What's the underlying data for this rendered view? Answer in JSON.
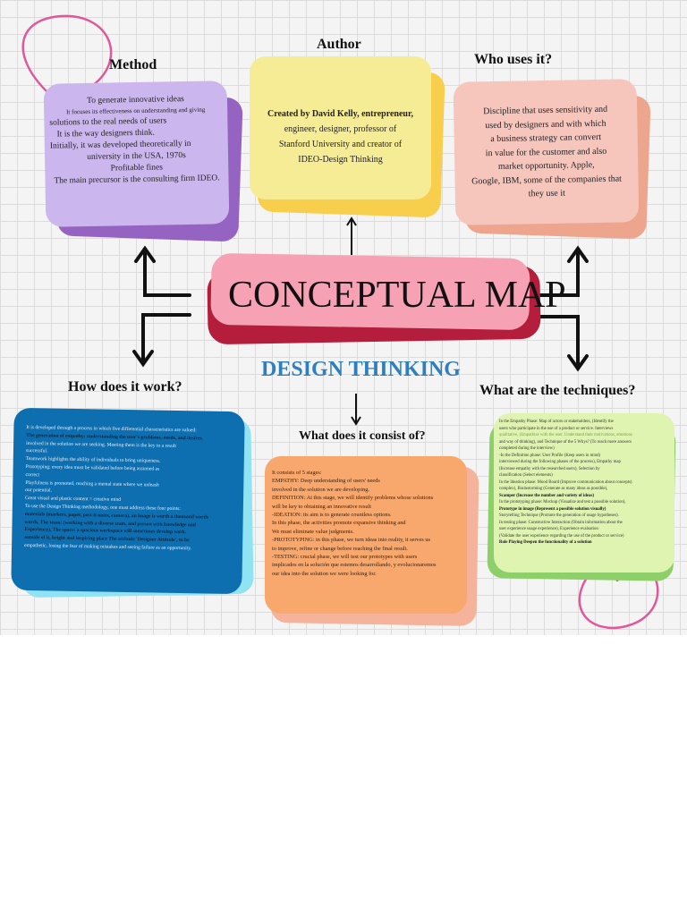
{
  "headings": {
    "method": "Method",
    "author": "Author",
    "who": "Who uses it?",
    "how": "How does it work?",
    "consist": "What does it consist of?",
    "techniques": "What are the techniques?"
  },
  "center": {
    "title": "CONCEPTUAL MAP",
    "subtitle": "DESIGN THINKING"
  },
  "method_lines": [
    "To generate innovative ideas",
    "It focuses its effectiveness on understanding and giving",
    "solutions to the real needs of users",
    "It is the way designers think.",
    "Initially, it was developed theoretically in",
    "university in the USA, 1970s",
    "Profitable fines",
    "The main precursor is the consulting firm IDEO."
  ],
  "author_lines": [
    "Created by David Kelly, entrepreneur,",
    "engineer, designer, professor of",
    "Stanford University and creator of",
    "IDEO-Design  Thinking"
  ],
  "who_lines": [
    "Discipline that uses sensitivity and",
    "used by designers and with which",
    "a business strategy can convert",
    "in value for the customer and also",
    "market opportunity. Apple,",
    "Google, IBM, some of the companies that",
    "they use it"
  ],
  "how_lines": [
    "It is developed through a process in which five differential characteristics are valued:",
    "The generation of empathy: understanding the user's problems, needs, and desires.",
    "involved in the solution we are seeking. Meeting them is the key to a result",
    "successful.",
    "Teamwork highlights the ability of individuals to bring uniqueness.",
    "Prototyping: every idea must be validated before being assumed as",
    "correct",
    "Playfulness is promoted, reaching a mental state where we unleash",
    "our potential.",
    "Great visual and plastic content = creative mind",
    "To use the Design Thinking methodology, one must address these four points:",
    "materials (markers, paper, post-it notes, camera), an image is worth a thousand words",
    "words. The team: (working with a diverse team, and person with knowledge and",
    "Experience), The space: a spacious workspace will sometimes develop work.",
    "outside of it, bright and inspiring place The attitude 'Designer Attitude', to be",
    "empathetic, losing the fear of making mistakes and seeing failure as an opportunity."
  ],
  "consist_lines": [
    "It consists of 5 stages:",
    "EMPATHY: Deep understanding of users' needs",
    "involved in the solution we are developing.",
    "DEFINITION: At this stage, we will identify problems whose solutions",
    "will be key to obtaining an innovative result",
    "-IDEATION: its aim is to generate countless options.",
    "In this phase, the activities promote expansive thinking and",
    "We must eliminate value judgments.",
    "-PROTOTYPING: in this phase, we turn ideas into reality, it serves us",
    "to improve, refine or change before reaching the final result.",
    "-TESTING: crucial phase, we will test our prototypes with users",
    "implicados en la solución que estemos desarrollando, y evolucionaremos",
    "our idea into the solution we were looking for."
  ],
  "tech_lines": [
    "In the Empathy Phase: Map of actors or stakeholders, (Identify the",
    "users who participate in the use of a product or service. Interviews",
    "qualitative, (Empathize with the user. Understand their motivations, emotions",
    "and way of thinking), and Technique of the 5 Whys? (To reach more answers",
    "completed during the interview)",
    "-In the Definition phase: User Profile (Keep users in mind)",
    "interviewed during the following phases of the process), Empathy map",
    "(Increase empathy with the researched users), Selection by",
    "classification (Select elements)",
    "In the Ideation phase: Mood Board (Improve communication about concepts)",
    "complex), Brainstorming (Generate as many ideas as possible),",
    "Scamper (Increase the number and variety of ideas)",
    "In the prototyping phase: Mockup (Visualize and test a possible solution),",
    "Prototype in image (Represent a possible solution visually)",
    "Storytelling Technique (Promote the generation of usage hypotheses).",
    "In testing phase: Constructive Interaction (Obtain information about the",
    "user experience usage experience), Experience evaluation",
    "(Validate the user experience regarding the use of the product or service)",
    "Role Playing Deepen the functionality of a solution"
  ],
  "colors": {
    "method": "#cbb7ee",
    "author": "#f6ec96",
    "who": "#f6c6bd",
    "center": "#f6a2b4",
    "how": "#0e6fb0",
    "consist": "#f8a86c",
    "techniques": "#e0f4b2",
    "subtitle": "#2f7fbf",
    "loop": "#e2579a"
  }
}
